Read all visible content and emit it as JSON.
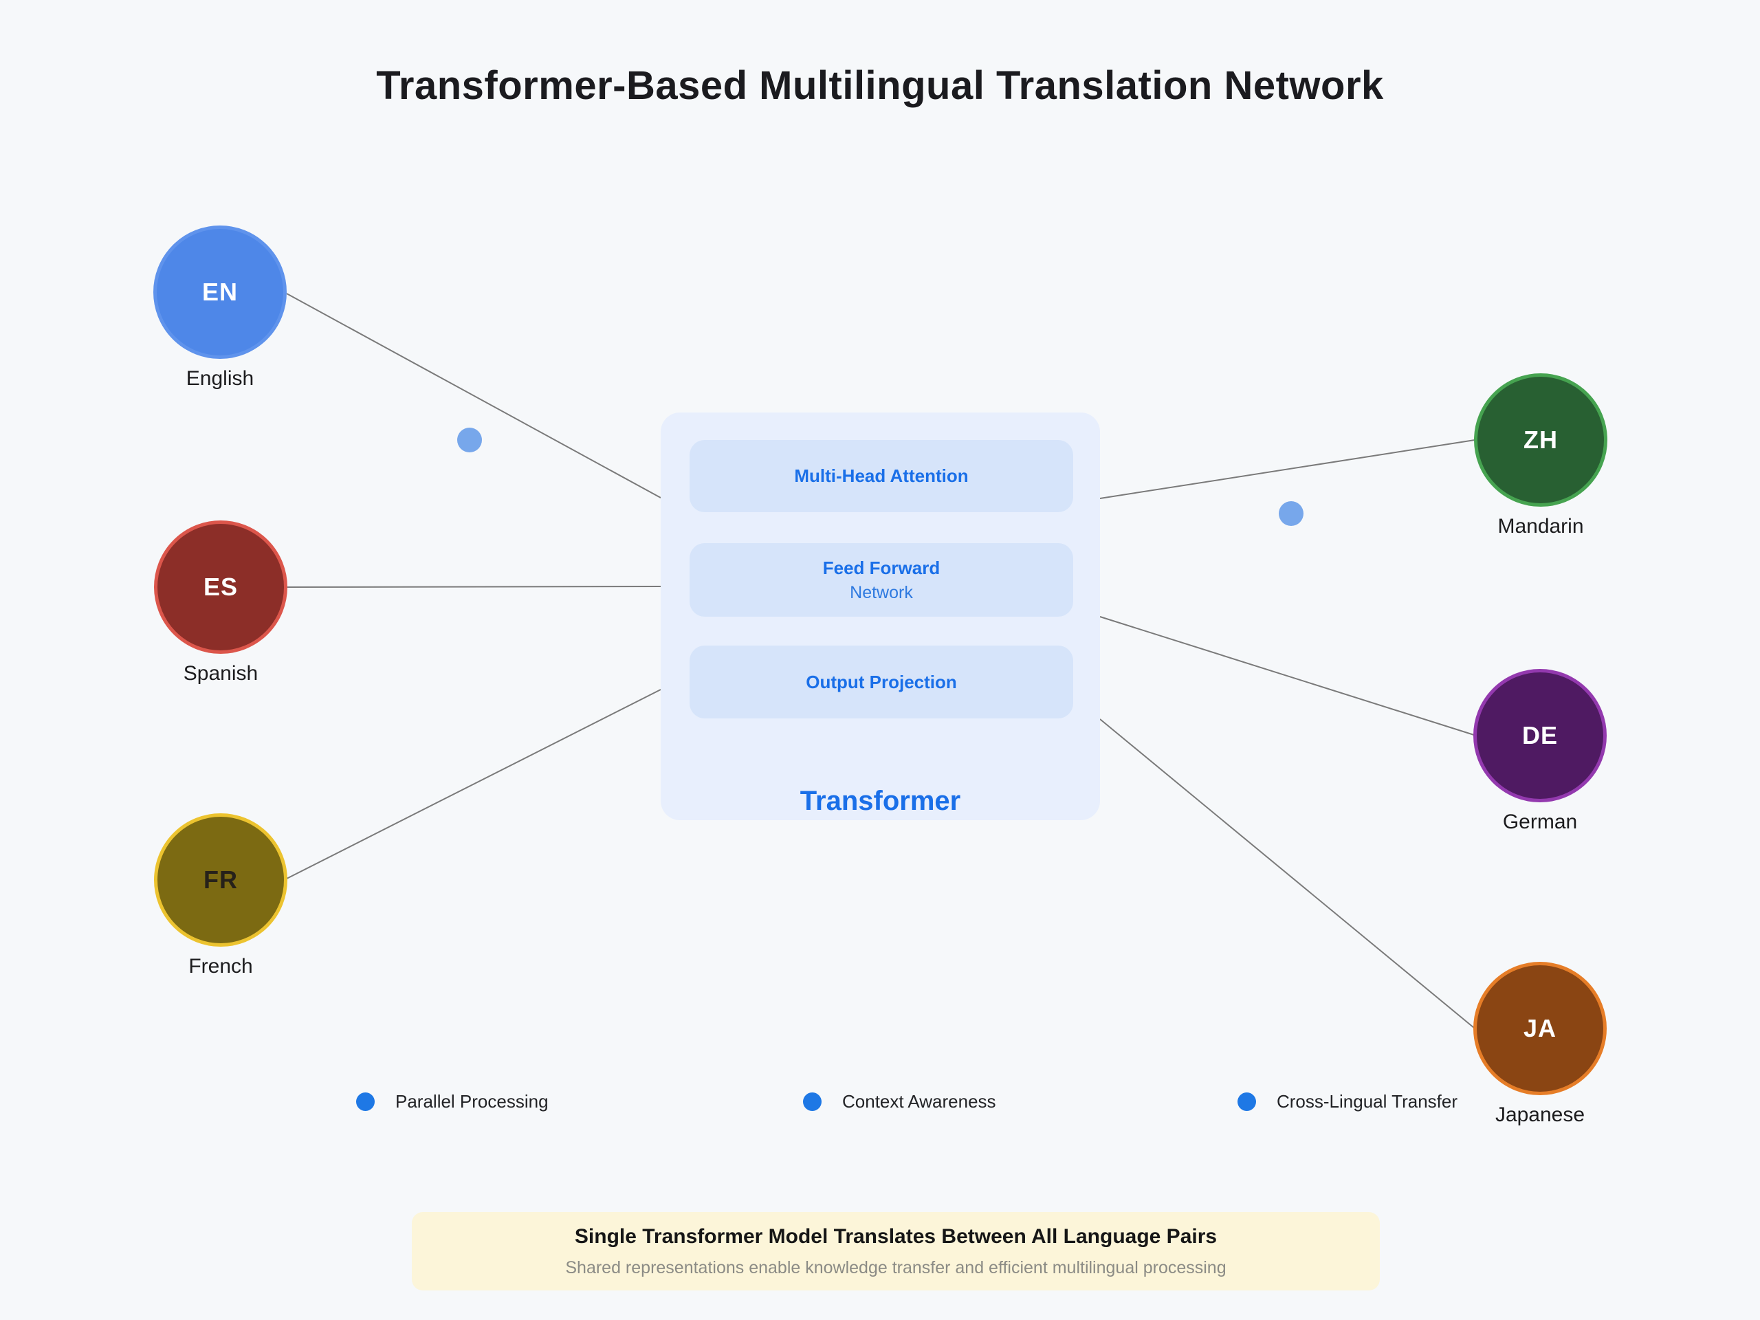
{
  "title": "Transformer-Based Multilingual Translation Network",
  "languages": [
    {
      "code": "EN",
      "name": "English",
      "fill": "#4e87e8",
      "rim": "#5f93ec",
      "code_color": "#ffffff"
    },
    {
      "code": "ES",
      "name": "Spanish",
      "fill": "#8c2e28",
      "rim": "#dc564b",
      "code_color": "#ffffff"
    },
    {
      "code": "FR",
      "name": "French",
      "fill": "#7c6a12",
      "rim": "#ecc32f",
      "code_color": "#26211a"
    },
    {
      "code": "ZH",
      "name": "Mandarin",
      "fill": "#286032",
      "rim": "#46a350",
      "code_color": "#ffffff"
    },
    {
      "code": "DE",
      "name": "German",
      "fill": "#4f1a62",
      "rim": "#9339ae",
      "code_color": "#ffffff"
    },
    {
      "code": "JA",
      "name": "Japanese",
      "fill": "#8a4513",
      "rim": "#e67d27",
      "code_color": "#ffffff"
    }
  ],
  "transformer": {
    "label": "Transformer",
    "components": [
      {
        "title": "Multi-Head Attention",
        "subtitle": ""
      },
      {
        "title": "Feed Forward",
        "subtitle": "Network"
      },
      {
        "title": "Output Projection",
        "subtitle": ""
      }
    ]
  },
  "legend": [
    {
      "label": "Parallel Processing"
    },
    {
      "label": "Context Awareness"
    },
    {
      "label": "Cross-Lingual Transfer"
    }
  ],
  "footer": {
    "title": "Single Transformer Model Translates Between All Language Pairs",
    "subtitle": "Shared representations enable knowledge transfer and efficient multilingual processing"
  },
  "colors": {
    "background": "#f6f8fa",
    "link_line": "#7a7a7a",
    "accent_blue": "#1a6fe8",
    "transformer_box_bg": "#e8effd",
    "transformer_component_bg": "#d6e4fa",
    "legend_dot": "#1e78e5",
    "flow_dot": "#77a7eb",
    "footer_bg": "#fcf5d9",
    "footer_subtitle_color": "#8b8b85"
  }
}
